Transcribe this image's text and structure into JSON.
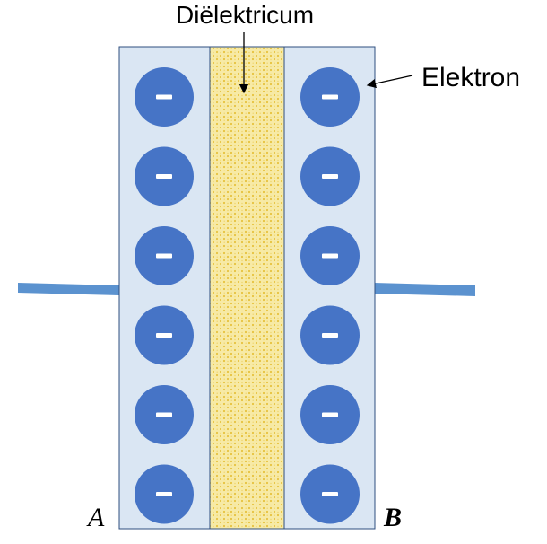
{
  "labels": {
    "dielectric": "Diëlektricum",
    "electron": "Elektron",
    "plate_a": "A",
    "plate_b": "B",
    "charge_sign": "−"
  },
  "colors": {
    "plate_fill": "#dae6f3",
    "plate_stroke": "#2f4f7f",
    "electron_fill": "#4674c6",
    "charge_mark": "#ffffff",
    "dielectric_fill": "#f7eaa6",
    "dielectric_dots": "#e7c23e",
    "wire": "#5b92cf"
  },
  "diagram": {
    "electrons_per_plate": 6,
    "plates": [
      "A",
      "B"
    ]
  }
}
